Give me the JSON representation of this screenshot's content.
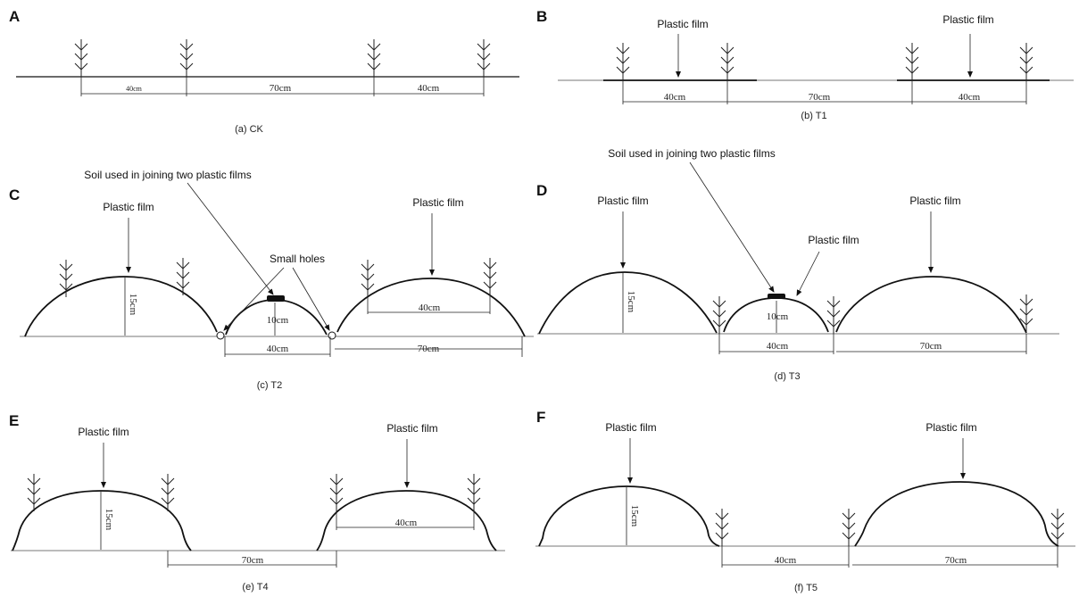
{
  "panels": {
    "A": {
      "letter": "A",
      "caption": "(a) CK",
      "dims": [
        "40cm",
        "70cm",
        "40cm"
      ]
    },
    "B": {
      "letter": "B",
      "caption": "(b) T1",
      "film_label_1": "Plastic film",
      "film_label_2": "Plastic film",
      "dims": [
        "40cm",
        "70cm",
        "40cm"
      ]
    },
    "C": {
      "letter": "C",
      "caption": "(c) T2",
      "soil_label": "Soil used in joining two plastic films",
      "film_label_1": "Plastic film",
      "film_label_2": "Plastic film",
      "holes_label": "Small holes",
      "height_big": "15cm",
      "height_small": "10cm",
      "dims": [
        "40cm",
        "70cm",
        "40cm"
      ]
    },
    "D": {
      "letter": "D",
      "caption": "(d) T3",
      "soil_label": "Soil used in joining two plastic films",
      "film_label_1": "Plastic film",
      "film_label_2": "Plastic film",
      "film_label_3": "Plastic film",
      "height_big": "15cm",
      "height_small": "10cm",
      "dims": [
        "40cm",
        "70cm"
      ]
    },
    "E": {
      "letter": "E",
      "caption": "(e) T4",
      "film_label_1": "Plastic film",
      "film_label_2": "Plastic film",
      "height_big": "15cm",
      "dims": [
        "70cm",
        "40cm"
      ]
    },
    "F": {
      "letter": "F",
      "caption": "(f) T5",
      "film_label_1": "Plastic film",
      "film_label_2": "Plastic film",
      "height_big": "15cm",
      "dims": [
        "40cm",
        "70cm"
      ]
    }
  }
}
